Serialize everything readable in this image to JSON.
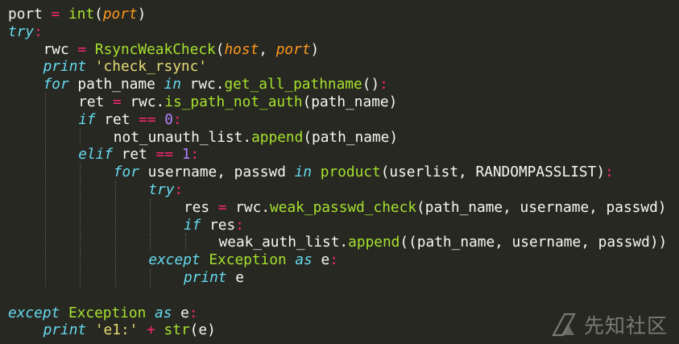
{
  "editor": {
    "theme_colors": {
      "background": "#272822",
      "keyword": "#66d9ef",
      "operator": "#f92672",
      "number": "#ae81ff",
      "string": "#e6db74",
      "function": "#a6e22e",
      "parameter": "#fd971f",
      "plain": "#f8f8f2"
    },
    "lines": [
      {
        "indent": 0,
        "tokens": [
          [
            "plain",
            "port "
          ],
          [
            "op",
            "="
          ],
          [
            "plain",
            " "
          ],
          [
            "fn",
            "int"
          ],
          [
            "plain",
            "("
          ],
          [
            "param",
            "port"
          ],
          [
            "plain",
            ")"
          ]
        ]
      },
      {
        "indent": 0,
        "tokens": [
          [
            "kw",
            "try"
          ],
          [
            "op",
            ":"
          ]
        ]
      },
      {
        "indent": 1,
        "tokens": [
          [
            "plain",
            "rwc "
          ],
          [
            "op",
            "="
          ],
          [
            "plain",
            " "
          ],
          [
            "fn",
            "RsyncWeakCheck"
          ],
          [
            "plain",
            "("
          ],
          [
            "param",
            "host"
          ],
          [
            "plain",
            ", "
          ],
          [
            "param",
            "port"
          ],
          [
            "plain",
            ")"
          ]
        ]
      },
      {
        "indent": 1,
        "tokens": [
          [
            "kw",
            "print"
          ],
          [
            "plain",
            " "
          ],
          [
            "str",
            "'check_rsync'"
          ]
        ]
      },
      {
        "indent": 1,
        "tokens": [
          [
            "kw",
            "for"
          ],
          [
            "plain",
            " path_name "
          ],
          [
            "kw",
            "in"
          ],
          [
            "plain",
            " rwc."
          ],
          [
            "fn",
            "get_all_pathname"
          ],
          [
            "plain",
            "()"
          ],
          [
            "op",
            ":"
          ]
        ]
      },
      {
        "indent": 2,
        "tokens": [
          [
            "plain",
            "ret "
          ],
          [
            "op",
            "="
          ],
          [
            "plain",
            " rwc."
          ],
          [
            "fn",
            "is_path_not_auth"
          ],
          [
            "plain",
            "(path_name)"
          ]
        ]
      },
      {
        "indent": 2,
        "tokens": [
          [
            "kw",
            "if"
          ],
          [
            "plain",
            " ret "
          ],
          [
            "op",
            "=="
          ],
          [
            "plain",
            " "
          ],
          [
            "num",
            "0"
          ],
          [
            "op",
            ":"
          ]
        ]
      },
      {
        "indent": 3,
        "tokens": [
          [
            "plain",
            "not_unauth_list."
          ],
          [
            "fn",
            "append"
          ],
          [
            "plain",
            "(path_name)"
          ]
        ]
      },
      {
        "indent": 2,
        "tokens": [
          [
            "kw",
            "elif"
          ],
          [
            "plain",
            " ret "
          ],
          [
            "op",
            "=="
          ],
          [
            "plain",
            " "
          ],
          [
            "num",
            "1"
          ],
          [
            "op",
            ":"
          ]
        ]
      },
      {
        "indent": 3,
        "tokens": [
          [
            "kw",
            "for"
          ],
          [
            "plain",
            " username, passwd "
          ],
          [
            "kw",
            "in"
          ],
          [
            "plain",
            " "
          ],
          [
            "fn",
            "product"
          ],
          [
            "plain",
            "(userlist, RANDOMPASSLIST)"
          ],
          [
            "op",
            ":"
          ]
        ]
      },
      {
        "indent": 4,
        "tokens": [
          [
            "kw",
            "try"
          ],
          [
            "op",
            ":"
          ]
        ]
      },
      {
        "indent": 5,
        "tokens": [
          [
            "plain",
            "res "
          ],
          [
            "op",
            "="
          ],
          [
            "plain",
            " rwc."
          ],
          [
            "fn",
            "weak_passwd_check"
          ],
          [
            "plain",
            "(path_name, username, passwd)"
          ]
        ]
      },
      {
        "indent": 5,
        "tokens": [
          [
            "kw",
            "if"
          ],
          [
            "plain",
            " res"
          ],
          [
            "op",
            ":"
          ]
        ]
      },
      {
        "indent": 6,
        "tokens": [
          [
            "plain",
            "weak_auth_list."
          ],
          [
            "fn",
            "append"
          ],
          [
            "plain",
            "((path_name, username, passwd))"
          ]
        ]
      },
      {
        "indent": 4,
        "tokens": [
          [
            "kw",
            "except"
          ],
          [
            "plain",
            " "
          ],
          [
            "fn",
            "Exception"
          ],
          [
            "plain",
            " "
          ],
          [
            "kw",
            "as"
          ],
          [
            "plain",
            " e"
          ],
          [
            "op",
            ":"
          ]
        ]
      },
      {
        "indent": 5,
        "tokens": [
          [
            "kw",
            "print"
          ],
          [
            "plain",
            " e"
          ]
        ]
      },
      {
        "indent": 0,
        "tokens": []
      },
      {
        "indent": 0,
        "tokens": [
          [
            "kw",
            "except"
          ],
          [
            "plain",
            " "
          ],
          [
            "fn",
            "Exception"
          ],
          [
            "plain",
            " "
          ],
          [
            "kw",
            "as"
          ],
          [
            "plain",
            " e"
          ],
          [
            "op",
            ":"
          ]
        ]
      },
      {
        "indent": 1,
        "tokens": [
          [
            "kw",
            "print"
          ],
          [
            "plain",
            " "
          ],
          [
            "str",
            "'e1:'"
          ],
          [
            "plain",
            " "
          ],
          [
            "op",
            "+"
          ],
          [
            "plain",
            " "
          ],
          [
            "fn",
            "str"
          ],
          [
            "plain",
            "(e)"
          ]
        ]
      }
    ]
  },
  "watermark": {
    "icon": "xianzhi-logo-icon",
    "text": "先知社区"
  }
}
